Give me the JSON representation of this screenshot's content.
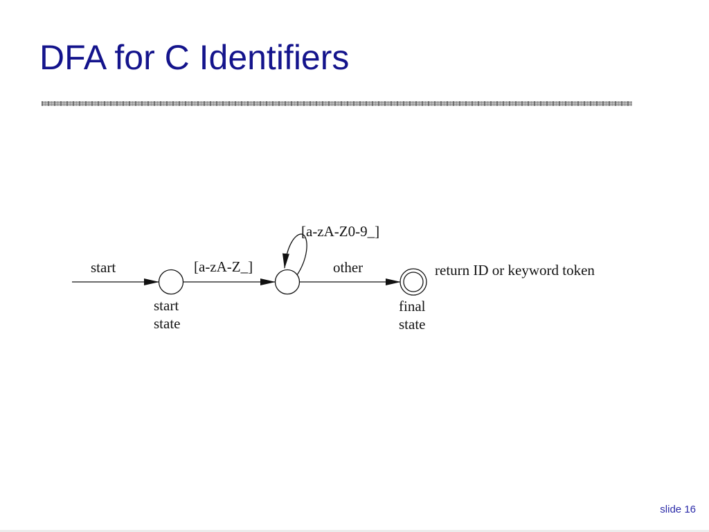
{
  "slide": {
    "title": "DFA for C Identifiers",
    "slide_number": "slide 16"
  },
  "diagram": {
    "states": [
      {
        "id": "q0",
        "label_line1": "start",
        "label_line2": "state",
        "accepting": false
      },
      {
        "id": "q1",
        "accepting": false
      },
      {
        "id": "q2",
        "label_line1": "final",
        "label_line2": "state",
        "accepting": true
      }
    ],
    "transitions": [
      {
        "from": "entry",
        "to": "q0",
        "label": "start"
      },
      {
        "from": "q0",
        "to": "q1",
        "label": "[a-zA-Z_]"
      },
      {
        "from": "q1",
        "to": "q1",
        "label": "[a-zA-Z0-9_]"
      },
      {
        "from": "q1",
        "to": "q2",
        "label": "other"
      }
    ],
    "final_action": "return ID or keyword token"
  },
  "colors": {
    "title": "#14148c",
    "slide_number": "#2a2aa8",
    "diagram_ink": "#111111"
  }
}
